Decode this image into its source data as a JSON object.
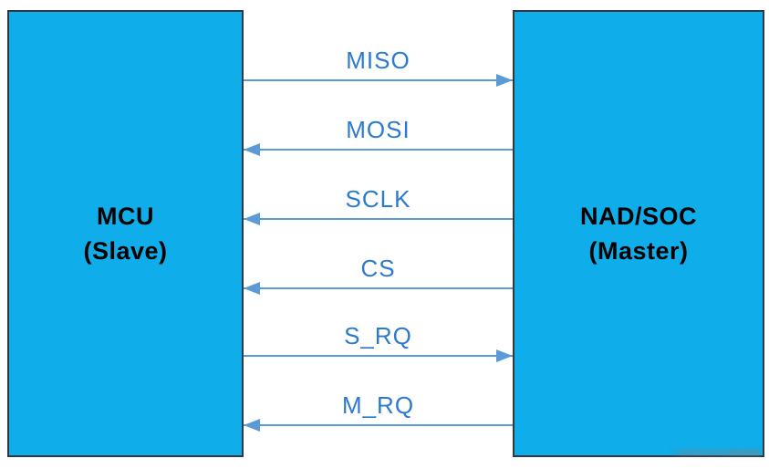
{
  "diagram": {
    "boxes": {
      "left": {
        "title": "MCU",
        "subtitle": "(Slave)"
      },
      "right": {
        "title": "NAD/SOC",
        "subtitle": "(Master)"
      }
    },
    "signals": [
      {
        "label": "MISO",
        "direction": "right",
        "from": "MCU",
        "to": "NAD/SOC"
      },
      {
        "label": "MOSI",
        "direction": "left",
        "from": "NAD/SOC",
        "to": "MCU"
      },
      {
        "label": "SCLK",
        "direction": "left",
        "from": "NAD/SOC",
        "to": "MCU"
      },
      {
        "label": "CS",
        "direction": "left",
        "from": "NAD/SOC",
        "to": "MCU"
      },
      {
        "label": "S_RQ",
        "direction": "right",
        "from": "MCU",
        "to": "NAD/SOC"
      },
      {
        "label": "M_RQ",
        "direction": "left",
        "from": "NAD/SOC",
        "to": "MCU"
      }
    ],
    "colors": {
      "box_fill": "#0fade9",
      "box_border": "#33363f",
      "arrow": "#5b9bd5",
      "signal_text": "#2b7ad2",
      "box_text": "#000000",
      "background": "#ffffff"
    }
  }
}
